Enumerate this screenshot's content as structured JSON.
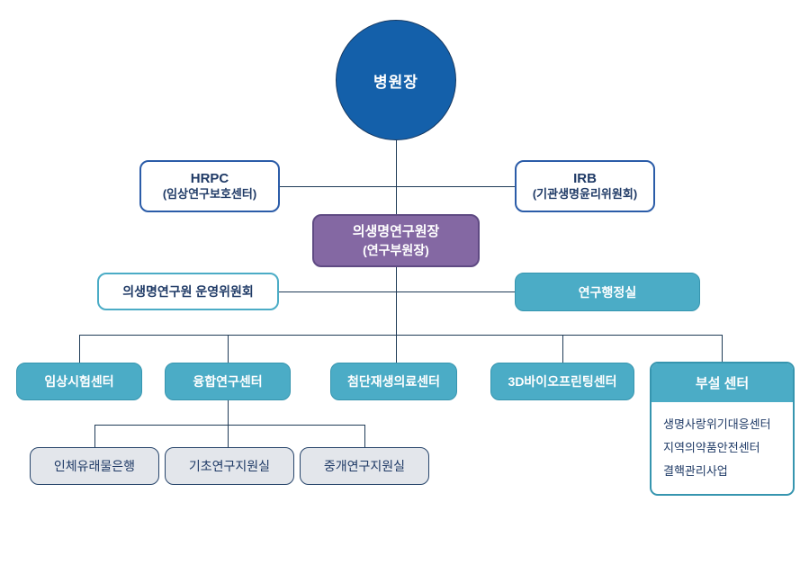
{
  "org_chart": {
    "root": {
      "label": "병원장"
    },
    "advisory": [
      {
        "title": "HRPC",
        "subtitle": "(임상연구보호센터)"
      },
      {
        "title": "IRB",
        "subtitle": "(기관생명윤리위원회)"
      }
    ],
    "deputy": {
      "title": "의생명연구원장",
      "subtitle": "(연구부원장)"
    },
    "committees": [
      {
        "label": "의생명연구원 운영위원회"
      },
      {
        "label": "연구행정실"
      }
    ],
    "centers": [
      {
        "label": "임상시험센터"
      },
      {
        "label": "융합연구센터"
      },
      {
        "label": "첨단재생의료센터"
      },
      {
        "label": "3D바이오프린팅센터"
      }
    ],
    "annex": {
      "header": "부설 센터",
      "items": [
        "생명사랑위기대응센터",
        "지역의약품안전센터",
        "결핵관리사업"
      ]
    },
    "sub_units": [
      {
        "label": "인체유래물은행"
      },
      {
        "label": "기초연구지원실"
      },
      {
        "label": "중개연구지원실"
      }
    ]
  },
  "colors": {
    "primary_blue": "#1460AA",
    "royal_blue_border": "#2B5CA8",
    "teal_fill": "#4BACC6",
    "teal_border": "#3695AF",
    "purple_fill": "#8468A3",
    "purple_border": "#5F4A83",
    "navy_text": "#1F3A66",
    "connector_line": "#1F3B57",
    "gray_fill": "#E3E6EB"
  }
}
